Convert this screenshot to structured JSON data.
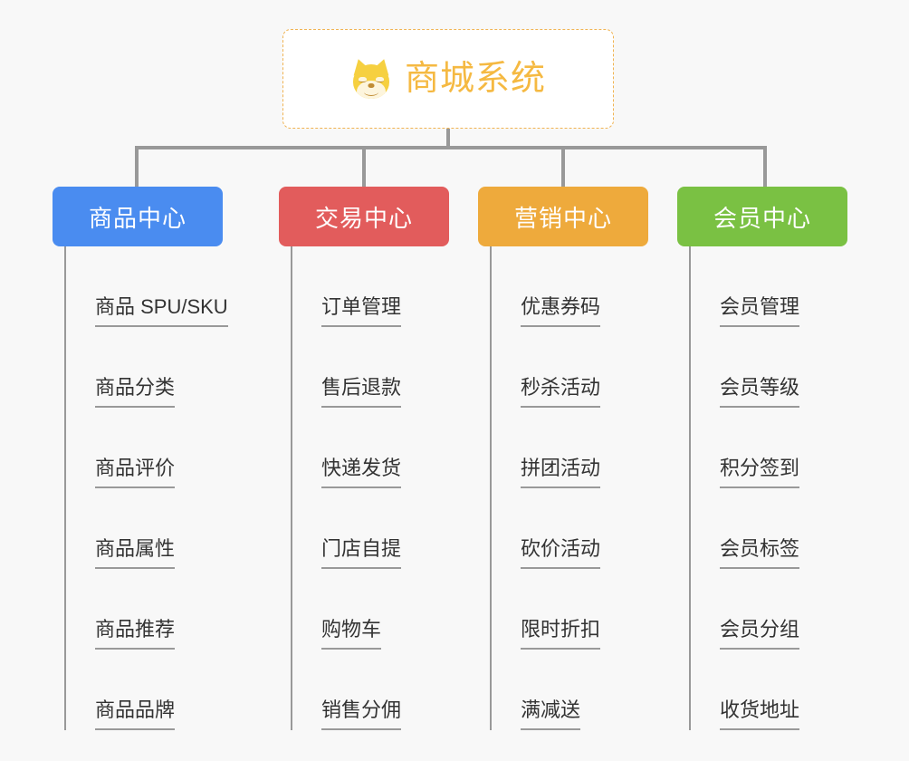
{
  "background_color": "#f8f8f8",
  "root": {
    "title": "商城系统",
    "icon": "shiba-dog-face-emoji",
    "text_color": "#f5b942",
    "border_color": "#f0b352"
  },
  "connector_color": "#999999",
  "columns": [
    {
      "title": "商品中心",
      "color": "#4a8cf0",
      "items": [
        "商品 SPU/SKU",
        "商品分类",
        "商品评价",
        "商品属性",
        "商品推荐",
        "商品品牌"
      ]
    },
    {
      "title": "交易中心",
      "color": "#e25c5c",
      "items": [
        "订单管理",
        "售后退款",
        "快递发货",
        "门店自提",
        "购物车",
        "销售分佣"
      ]
    },
    {
      "title": "营销中心",
      "color": "#eeaa3c",
      "items": [
        "优惠券码",
        "秒杀活动",
        "拼团活动",
        "砍价活动",
        "限时折扣",
        "满减送"
      ]
    },
    {
      "title": "会员中心",
      "color": "#7ac143",
      "items": [
        "会员管理",
        "会员等级",
        "积分签到",
        "会员标签",
        "会员分组",
        "收货地址"
      ]
    }
  ]
}
